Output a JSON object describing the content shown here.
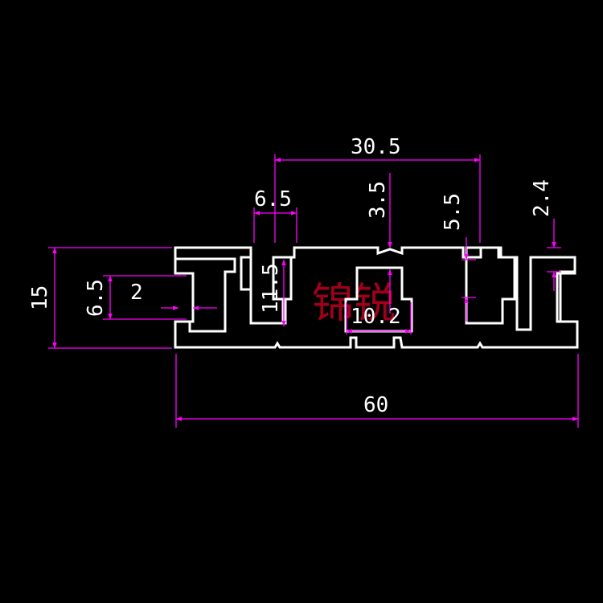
{
  "drawing": {
    "colors": {
      "background": "#000000",
      "profile": "#ffffff",
      "dimension": "#ff00ff",
      "watermark": "#b3001e"
    },
    "dimensions": {
      "overall_width": "60",
      "overall_height": "15",
      "top_span": "30.5",
      "slot_opening": "6.5",
      "groove_depth": "3.5",
      "right_slot_depth": "5.5",
      "lip_thickness": "2.4",
      "side_slot_opening": "6.5",
      "side_lip": "2",
      "slot_height": "11.5",
      "center_slot_width": "10.2"
    },
    "watermark": "锦锐"
  }
}
